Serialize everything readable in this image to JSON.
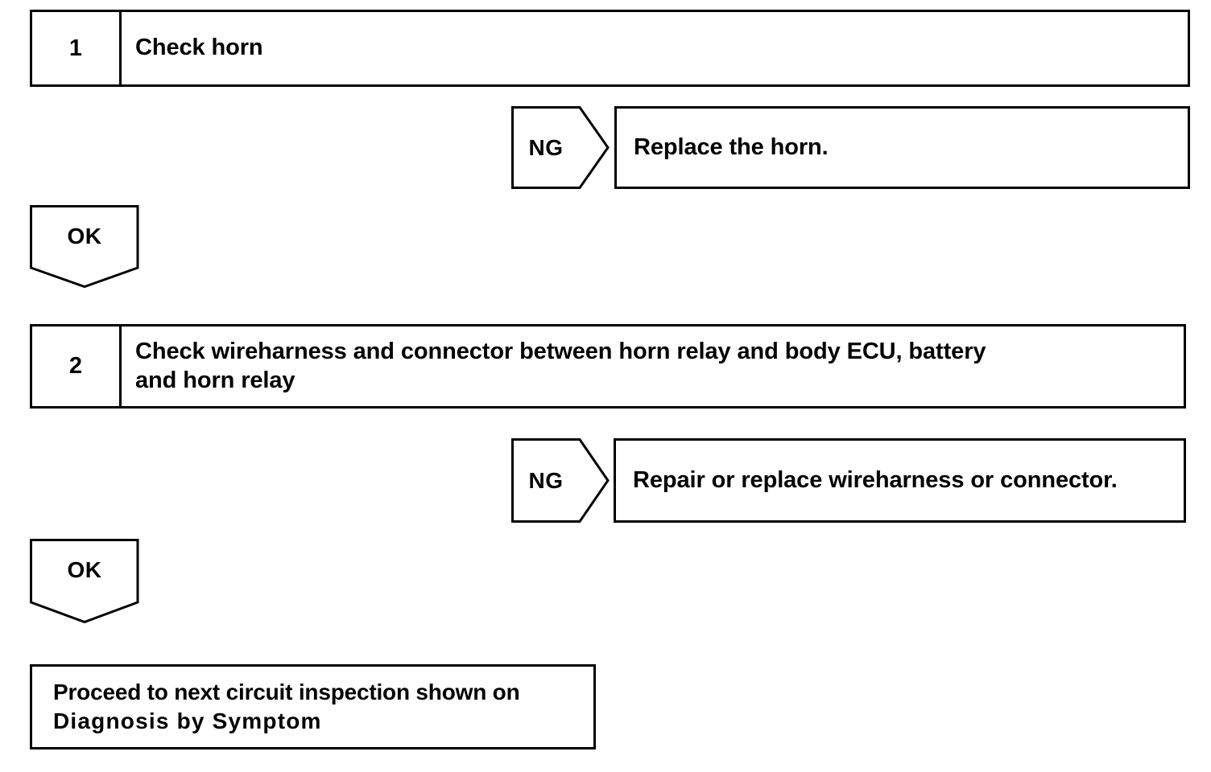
{
  "document": {
    "type": "troubleshooting-flowchart",
    "title": "Horn circuit inspection flowchart"
  },
  "steps": [
    {
      "number": "1",
      "text_lines": [
        "Check horn"
      ],
      "branch": {
        "label": "NG",
        "result_lines": [
          "Replace the horn."
        ]
      },
      "pass": {
        "label": "OK"
      }
    },
    {
      "number": "2",
      "text_lines": [
        "Check wireharness and connector between horn relay and body ECU, battery",
        "and horn relay"
      ],
      "branch": {
        "label": "NG",
        "result_lines": [
          "Repair or replace wireharness or connector."
        ]
      },
      "pass": {
        "label": "OK"
      }
    }
  ],
  "terminal": {
    "line_1": "Proceed to next circuit inspection shown on",
    "line_2": "Diagnosis by Symptom"
  },
  "colors": {
    "line": "#000000",
    "background": "#ffffff"
  }
}
